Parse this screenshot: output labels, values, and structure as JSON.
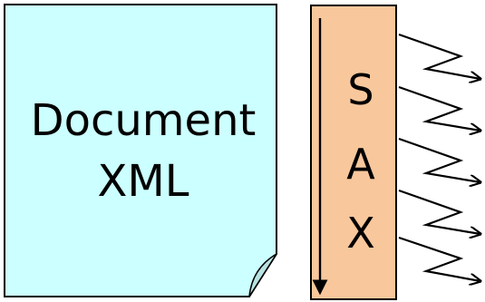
{
  "document": {
    "line1": "Document",
    "line2": "XML",
    "fill_color": "#ccffff",
    "fold_color": "#b8e3e3"
  },
  "parser": {
    "letters": [
      "S",
      "A",
      "X"
    ],
    "fill_color": "#f8c79c",
    "flow_direction": "down"
  },
  "events": {
    "count": 5,
    "style": "zigzag-arrow",
    "direction": "right"
  }
}
